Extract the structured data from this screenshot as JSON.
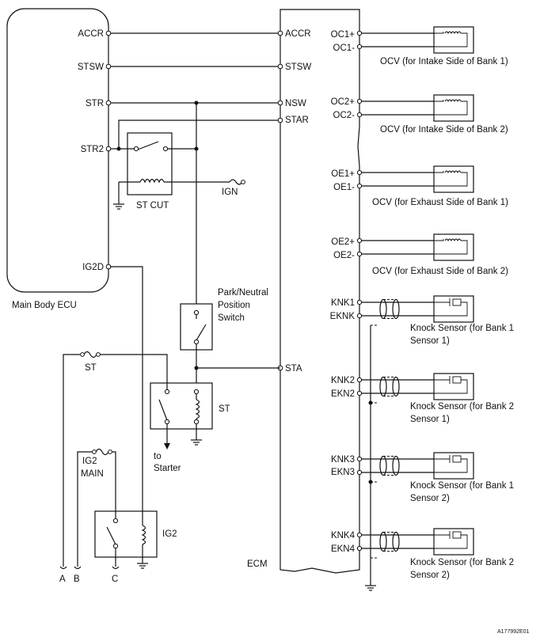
{
  "ecu_box": {
    "label": "Main Body ECU",
    "pins": [
      "ACCR",
      "STSW",
      "STR",
      "STR2",
      "IG2D"
    ]
  },
  "ecm_box": {
    "label": "ECM",
    "left_pins": [
      "ACCR",
      "STSW",
      "NSW",
      "STAR",
      "STA"
    ],
    "right_pins": [
      "OC1+",
      "OC1-",
      "OC2+",
      "OC2-",
      "OE1+",
      "OE1-",
      "OE2+",
      "OE2-",
      "KNK1",
      "EKNK",
      "KNK2",
      "EKN2",
      "KNK3",
      "EKN3",
      "KNK4",
      "EKN4"
    ]
  },
  "relays": {
    "st_cut": "ST CUT",
    "ign": "IGN",
    "st": "ST",
    "ig2": "IG2"
  },
  "switch": {
    "line1": "Park/Neutral",
    "line2": "Position",
    "line3": "Switch"
  },
  "fuses": {
    "st": "ST",
    "ig2_line1": "IG2",
    "ig2_line2": "MAIN"
  },
  "starter": {
    "line1": "to",
    "line2": "Starter"
  },
  "connectors": [
    "A",
    "B",
    "C"
  ],
  "ocv_labels": [
    "OCV (for Intake Side of Bank 1)",
    "OCV (for Intake Side of Bank 2)",
    "OCV (for Exhaust Side of Bank 1)",
    "OCV (for Exhaust Side of Bank 2)"
  ],
  "knock_labels": [
    {
      "line1": "Knock Sensor (for Bank 1",
      "line2": "Sensor 1)"
    },
    {
      "line1": "Knock Sensor (for Bank 2",
      "line2": "Sensor 1)"
    },
    {
      "line1": "Knock Sensor (for Bank 1",
      "line2": "Sensor 2)"
    },
    {
      "line1": "Knock Sensor (for Bank 2",
      "line2": "Sensor 2)"
    }
  ],
  "figure_code": "A177992E01"
}
